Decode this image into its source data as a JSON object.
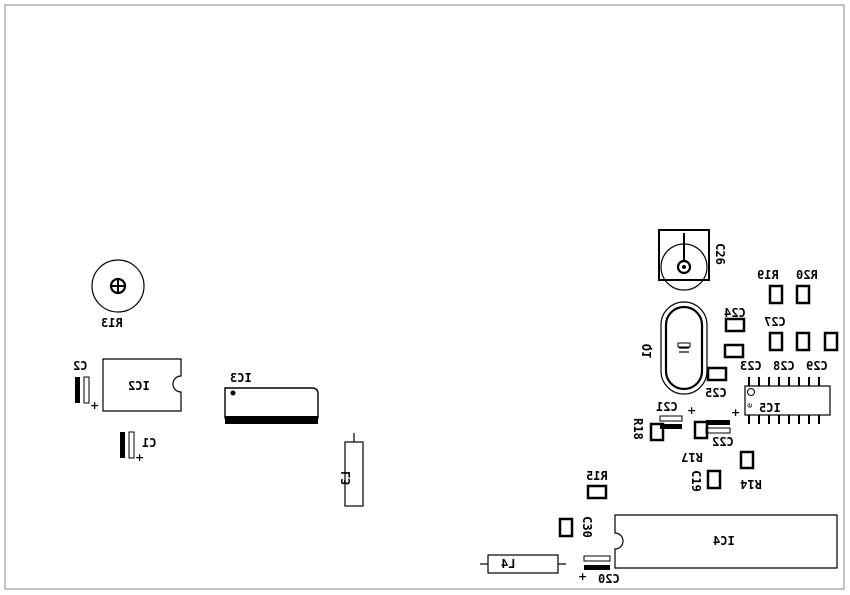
{
  "title": "",
  "components": {
    "r13": "R13",
    "ic2": "IC2",
    "c2": "C2",
    "c1": "C1",
    "ic3": "IC3",
    "l3": "L3",
    "c26": "C26",
    "r19": "R19",
    "r20": "R20",
    "c24": "C24",
    "c27": "C27",
    "q1": "Q1",
    "c23": "C23",
    "c28": "C28",
    "c29": "C29",
    "c25": "C25",
    "ic5": "IC5",
    "c21": "C21",
    "r18": "R18",
    "c22": "C22",
    "r17": "R17",
    "r14": "R14",
    "c19": "C19",
    "r15": "R15",
    "c30": "C30",
    "ic4": "IC4",
    "l4": "L4",
    "c20": "C20"
  },
  "polarity_mark": "+",
  "pin1_mark": "e",
  "colors": {
    "ink": "#000000",
    "background": "#ffffff",
    "border": "#888888"
  }
}
